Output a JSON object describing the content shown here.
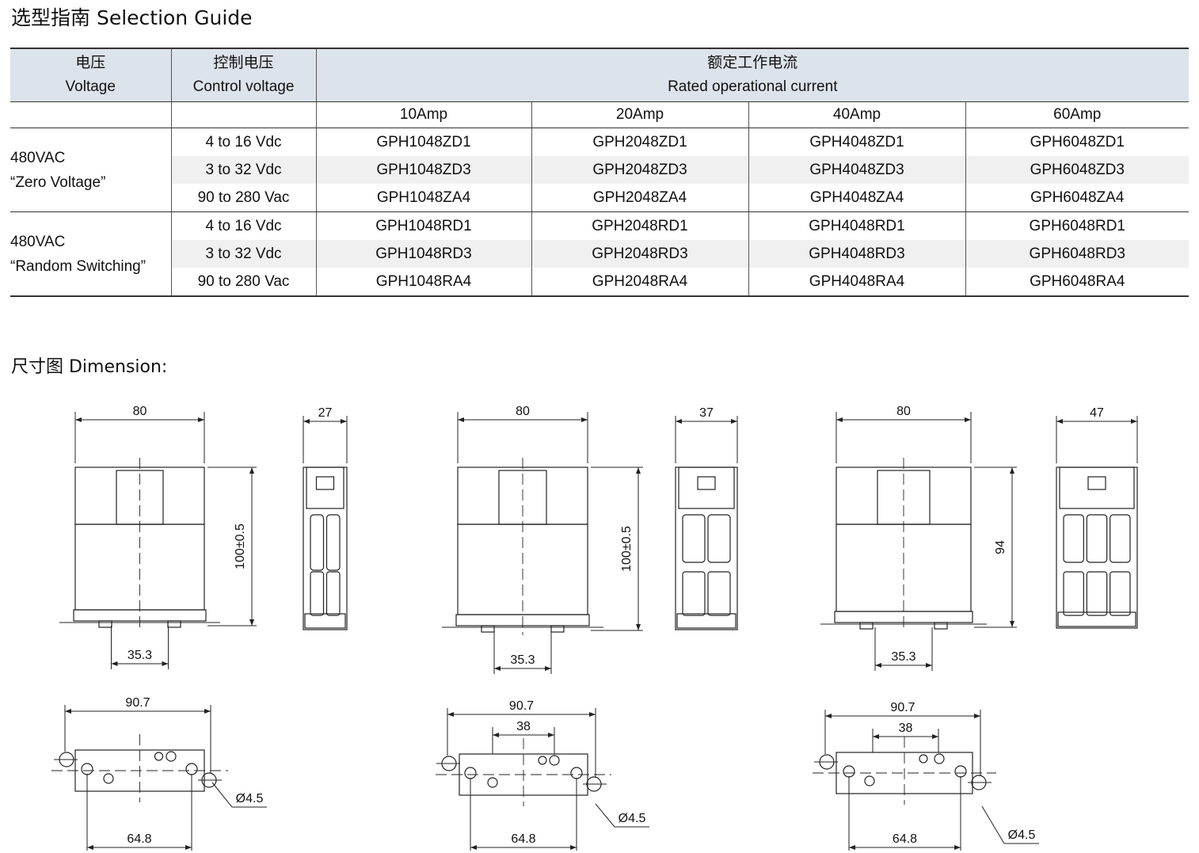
{
  "titles": {
    "selection": "选型指南 Selection Guide",
    "dimension": "尺寸图 Dimension:"
  },
  "table": {
    "headers": {
      "voltage_cn": "电压",
      "voltage_en": "Voltage",
      "control_cn": "控制电压",
      "control_en": "Control voltage",
      "rated_cn": "额定工作电流",
      "rated_en": "Rated operational current"
    },
    "amps": [
      "10Amp",
      "20Amp",
      "40Amp",
      "60Amp"
    ],
    "groups": [
      {
        "label1": "480VAC",
        "label2": "“Zero Voltage”",
        "rows": [
          {
            "control": "4 to 16 Vdc",
            "models": [
              "GPH1048ZD1",
              "GPH2048ZD1",
              "GPH4048ZD1",
              "GPH6048ZD1"
            ]
          },
          {
            "control": "3 to 32 Vdc",
            "models": [
              "GPH1048ZD3",
              "GPH2048ZD3",
              "GPH4048ZD3",
              "GPH6048ZD3"
            ]
          },
          {
            "control": "90 to 280 Vac",
            "models": [
              "GPH1048ZA4",
              "GPH2048ZA4",
              "GPH4048ZA4",
              "GPH6048ZA4"
            ]
          }
        ]
      },
      {
        "label1": "480VAC",
        "label2": "“Random Switching”",
        "rows": [
          {
            "control": "4 to 16 Vdc",
            "models": [
              "GPH1048RD1",
              "GPH2048RD1",
              "GPH4048RD1",
              "GPH6048RD1"
            ]
          },
          {
            "control": "3 to 32 Vdc",
            "models": [
              "GPH1048RD3",
              "GPH2048RD3",
              "GPH4048RD3",
              "GPH6048RD3"
            ]
          },
          {
            "control": "90 to 280 Vac",
            "models": [
              "GPH1048RA4",
              "GPH2048RA4",
              "GPH4048RA4",
              "GPH6048RA4"
            ]
          }
        ]
      }
    ]
  },
  "dims": {
    "front_width": "80",
    "side_widths": [
      "27",
      "37",
      "47"
    ],
    "heights": [
      "100±0.5",
      "100±0.5",
      "94"
    ],
    "rail": "35.3",
    "overall": "90.7",
    "spacing": "38",
    "mount": "64.8",
    "hole": "Ø4.5"
  }
}
